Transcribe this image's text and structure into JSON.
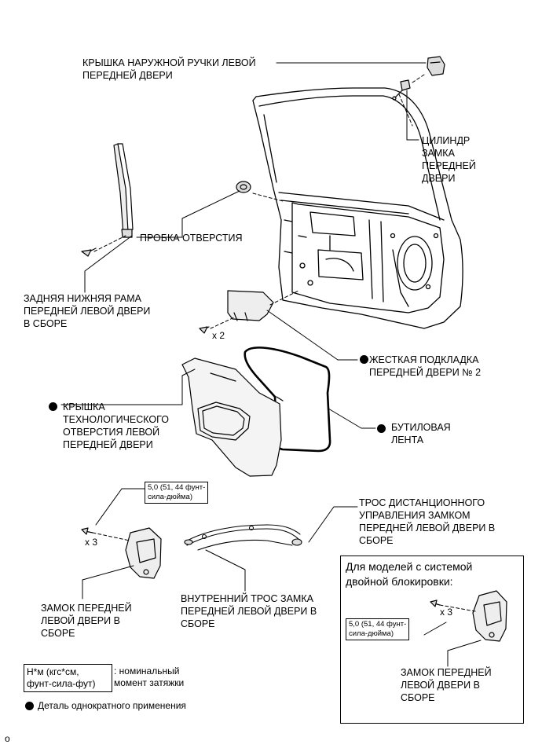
{
  "labels": {
    "outer_handle_cover": "КРЫШКА НАРУЖНОЙ РУЧКИ ЛЕВОЙ\nПЕРЕДНЕЙ ДВЕРИ",
    "lock_cylinder": "ЦИЛИНДР\nЗАМКА\nПЕРЕДНЕЙ\nДВЕРИ",
    "hole_plug": "ПРОБКА ОТВЕРСТИЯ",
    "rear_lower_frame": "ЗАДНЯЯ НИЖНЯЯ РАМА\nПЕРЕДНЕЙ ЛЕВОЙ ДВЕРИ\nВ СБОРЕ",
    "qty_x2": "x 2",
    "stiffener_pad": "ЖЕСТКАЯ ПОДКЛАДКА\nПЕРЕДНЕЙ ДВЕРИ № 2",
    "service_hole_cover": "КРЫШКА\nТЕХНОЛОГИЧЕСКОГО\nОТВЕРСТИЯ ЛЕВОЙ\nПЕРЕДНЕЙ ДВЕРИ",
    "butyl_tape": "БУТИЛОВАЯ\nЛЕНТА",
    "torque_main": "5,0 (51, 44 фунт-\nсила-дюйма)",
    "qty_x3": "x 3",
    "remote_cable": "ТРОС ДИСТАНЦИОННОГО\nУПРАВЛЕНИЯ ЗАМКОМ\nПЕРЕДНЕЙ ЛЕВОЙ ДВЕРИ В\nСБОРЕ",
    "door_lock": "ЗАМОК ПЕРЕДНЕЙ\nЛЕВОЙ ДВЕРИ В\nСБОРЕ",
    "inner_lock_cable": "ВНУТРЕННИЙ ТРОС ЗАМКА\nПЕРЕДНЕЙ ЛЕВОЙ ДВЕРИ В\nСБОРЕ",
    "legend_torque_units": "Н*м (кгс*см,\nфунт-сила-фут)",
    "legend_torque_text": ": номинальный\nмомент затяжки",
    "legend_single_use": "Деталь однократного применения",
    "page_mark": "o"
  },
  "inset": {
    "title": "Для моделей с системой\nдвойной блокировки:",
    "torque": "5,0 (51, 44 фунт-\nсила-дюйма)",
    "qty_x3": "x 3",
    "door_lock": "ЗАМОК ПЕРЕДНЕЙ\nЛЕВОЙ ДВЕРИ В\nСБОРЕ"
  }
}
